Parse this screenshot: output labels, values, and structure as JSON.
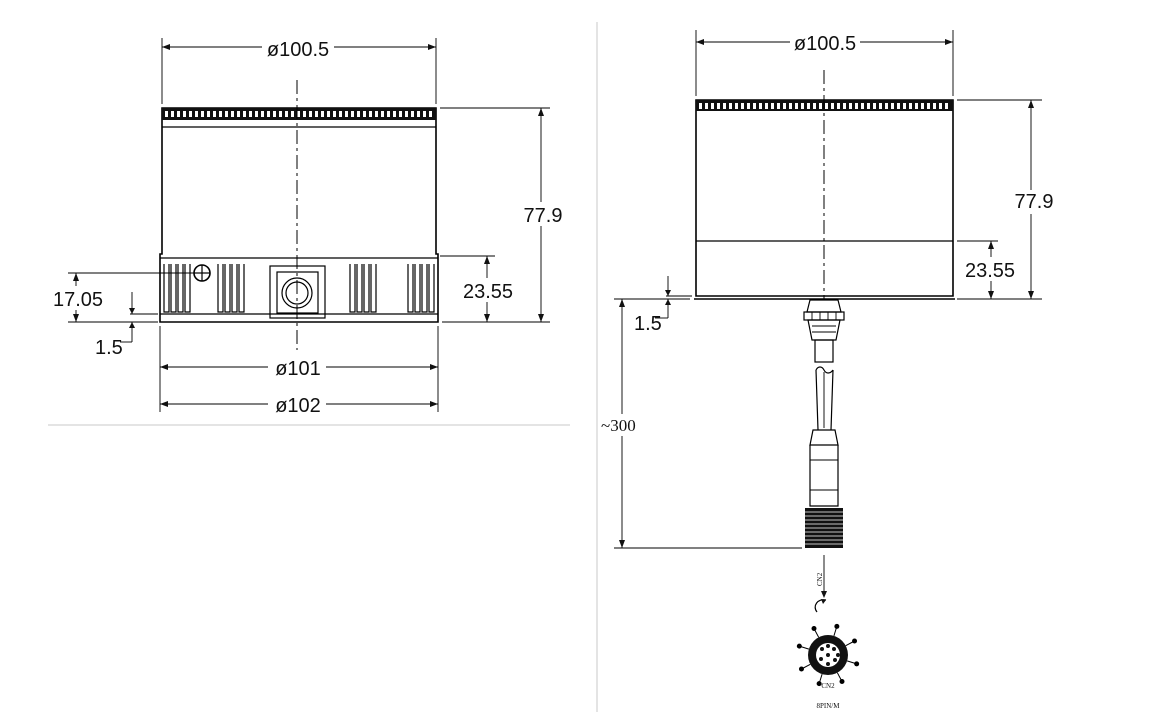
{
  "front_view": {
    "dims": {
      "top_diameter": "ø100.5",
      "height": "77.9",
      "base_height": "23.55",
      "port_height": "17.05",
      "step": "1.5",
      "mid_diameter": "ø101",
      "base_diameter": "ø102"
    }
  },
  "side_view": {
    "dims": {
      "top_diameter": "ø100.5",
      "height": "77.9",
      "base_height": "23.55",
      "step": "1.5",
      "cable_length": "~300"
    },
    "connector": {
      "code": "CN2",
      "label": "8PIN/M"
    }
  }
}
